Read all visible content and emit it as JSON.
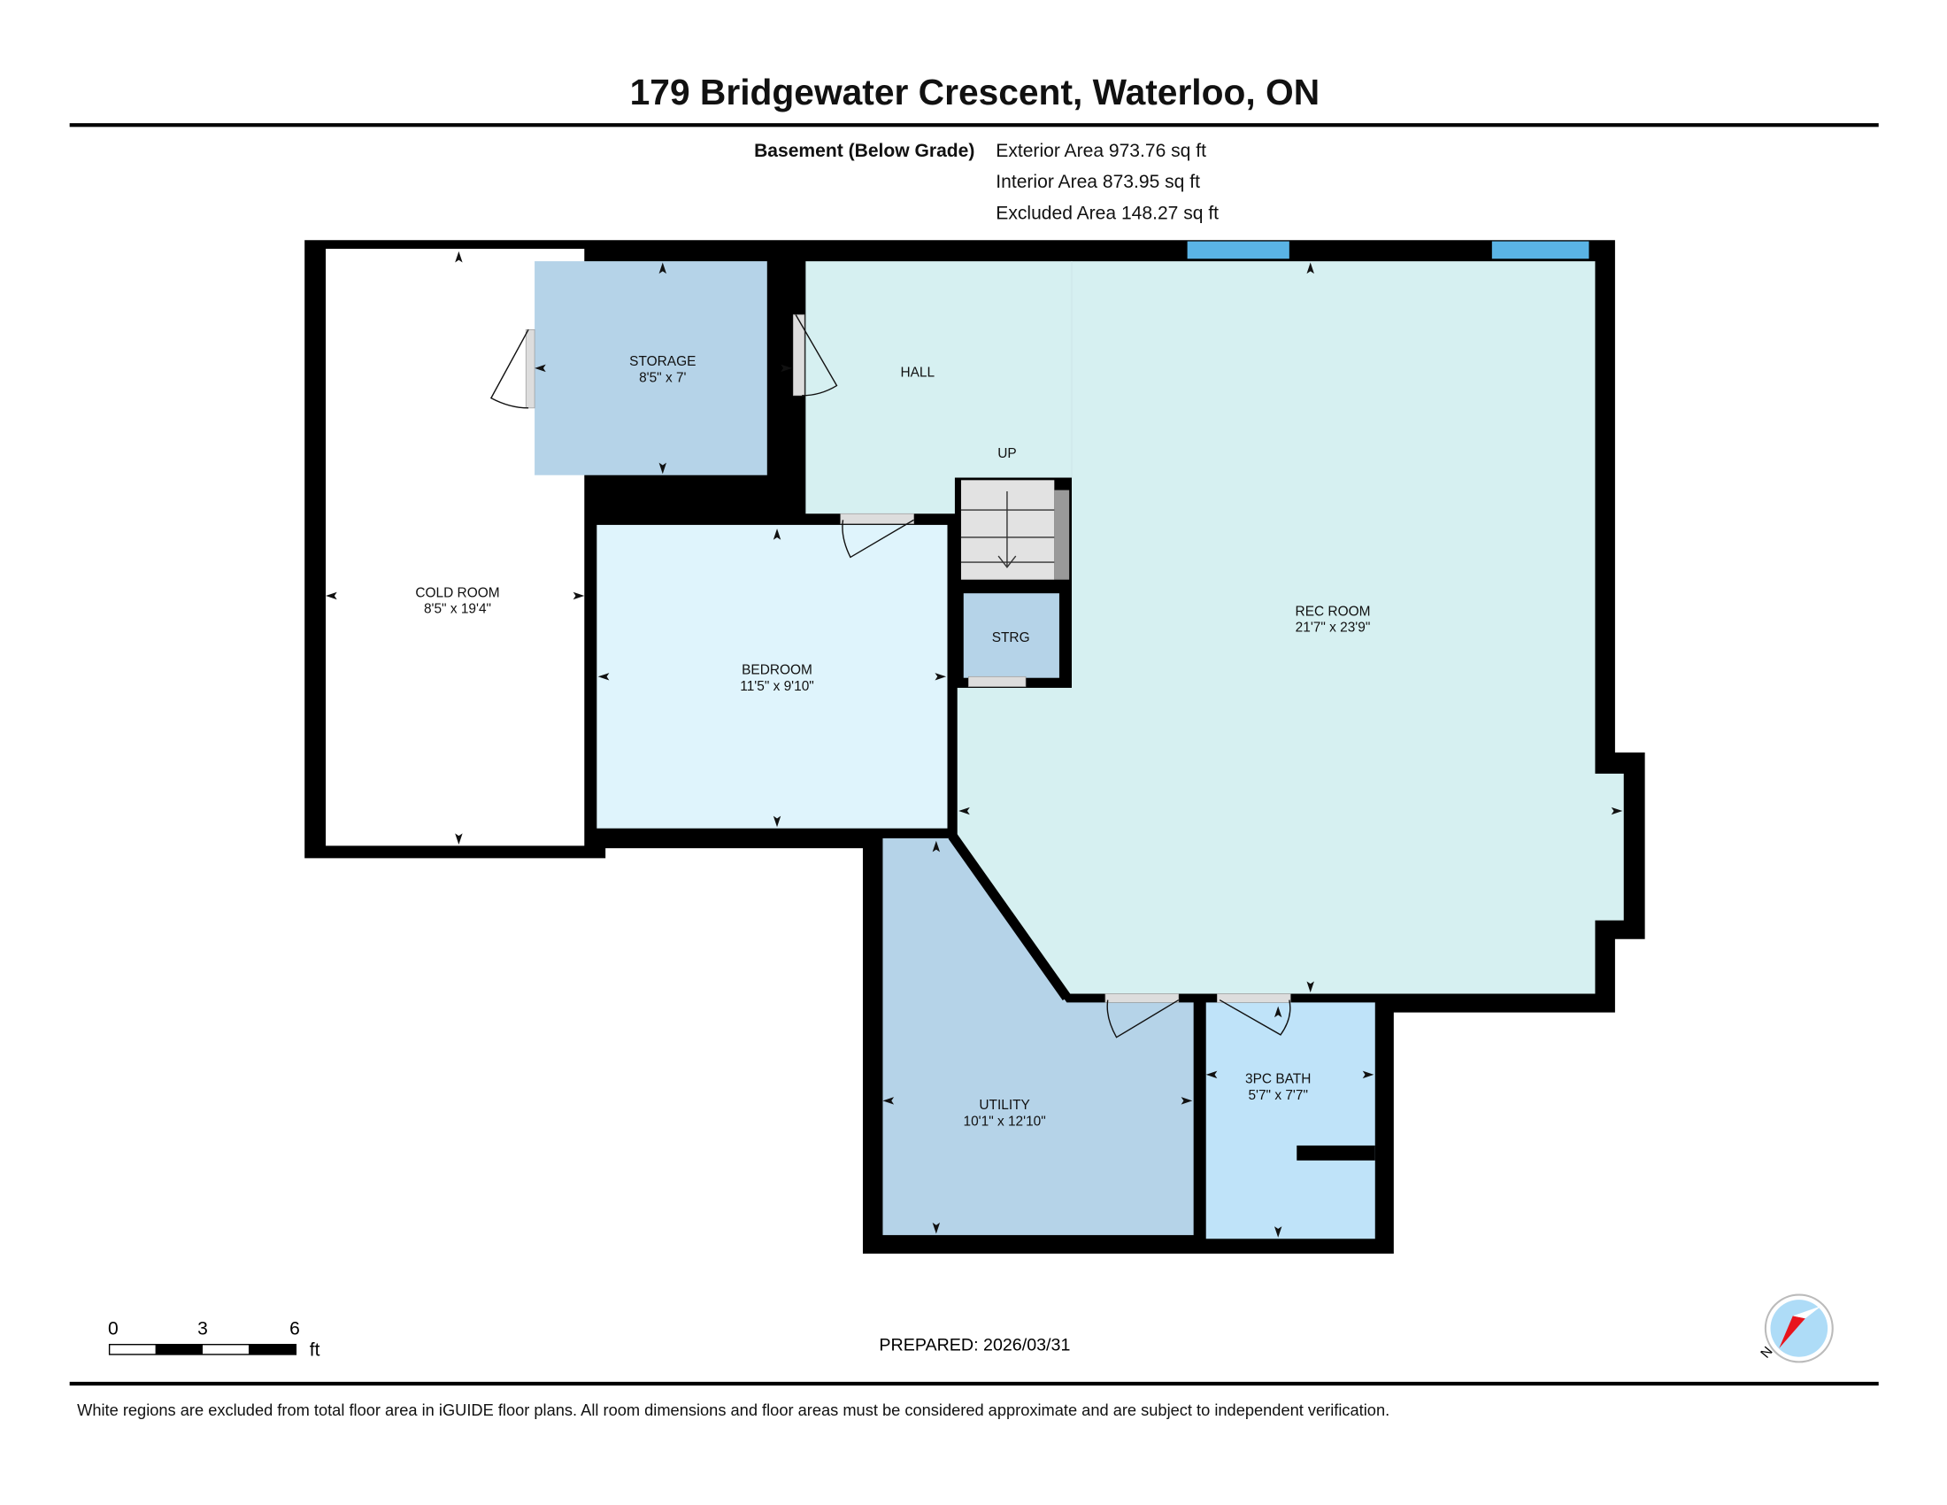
{
  "header": {
    "title": "179 Bridgewater Crescent, Waterloo, ON",
    "floor_name": "Basement (Below Grade)",
    "exterior_area": "Exterior Area 973.76 sq ft",
    "interior_area": "Interior Area 873.95 sq ft",
    "excluded_area": "Excluded Area 148.27 sq ft"
  },
  "rooms": {
    "cold_room": {
      "name": "COLD ROOM",
      "dims": "8'5\" x 19'4\""
    },
    "storage": {
      "name": "STORAGE",
      "dims": "8'5\" x 7'"
    },
    "hall": {
      "name": "HALL"
    },
    "stairs": {
      "label": "UP"
    },
    "strg": {
      "name": "STRG"
    },
    "rec_room": {
      "name": "REC ROOM",
      "dims": "21'7\" x 23'9\""
    },
    "bedroom": {
      "name": "BEDROOM",
      "dims": "11'5\" x 9'10\""
    },
    "utility": {
      "name": "UTILITY",
      "dims": "10'1\" x 12'10\""
    },
    "bath": {
      "name": "3PC BATH",
      "dims": "5'7\" x 7'7\""
    }
  },
  "scale_bar": {
    "ticks": [
      "0",
      "3",
      "6"
    ],
    "unit": "ft"
  },
  "prepared": "PREPARED: 2026/03/31",
  "compass": {
    "label": "N"
  },
  "footer": {
    "disclaimer": "White regions are excluded from total floor area in iGUIDE floor plans. All room dimensions and floor areas must be considered approximate and are subject to independent verification."
  },
  "colors": {
    "wall": "#000000",
    "storage": "#b5d3e8",
    "rec_hall": "#d6f0f1",
    "bedroom": "#dff4fc",
    "bath": "#bfe3f9",
    "window": "#5ab4e5"
  }
}
